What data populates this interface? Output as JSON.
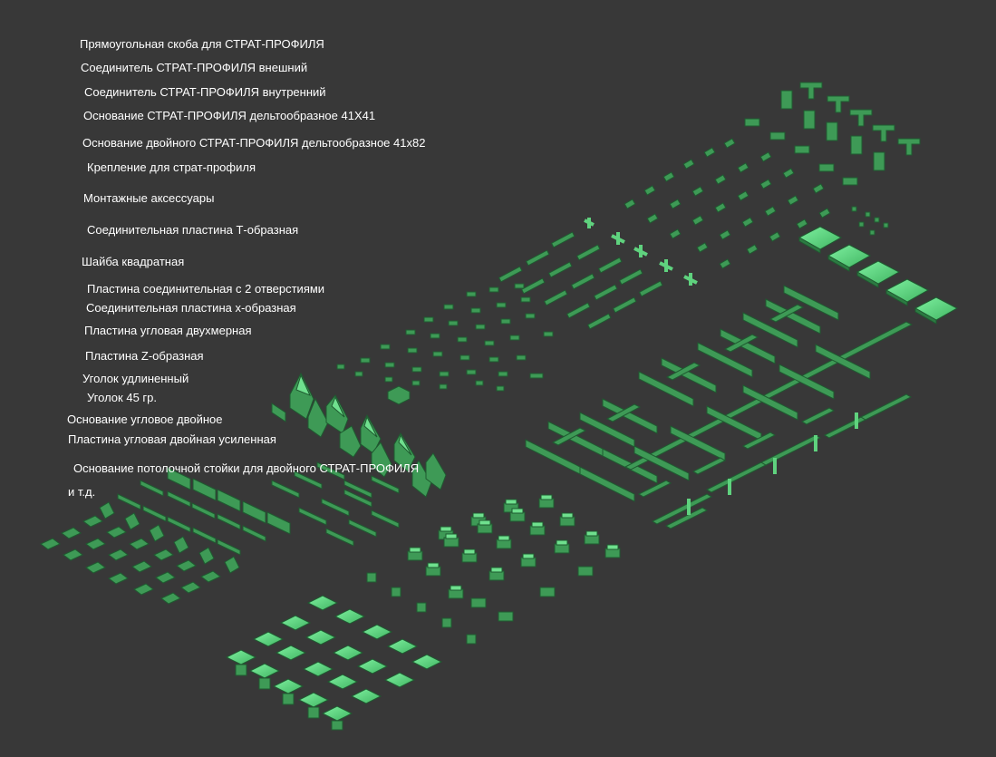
{
  "labels": [
    "Прямоугольная скоба для СТРАТ-ПРОФИЛЯ",
    "Соединитель СТРАТ-ПРОФИЛЯ внешний",
    "Соединитель СТРАТ-ПРОФИЛЯ внутренний",
    "Основание СТРАТ-ПРОФИЛЯ дельтообразное 41Х41",
    "Основание двойного СТРАТ-ПРОФИЛЯ дельтообразное 41х82",
    "Крепление для страт-профиля",
    "Монтажные аксессуары",
    "Соединительная пластина Т-образная",
    "Шайба квадратная",
    "Пластина соединительная с 2 отверстиями",
    "Соединительная пластина х-образная",
    "Пластина угловая двухмерная",
    "Пластина Z-образная",
    "Уголок удлиненный",
    "Уголок 45 гр.",
    "Основание угловое двойное",
    "Пластина угловая двойная усиленная",
    "Основание потолочной стойки для двойного СТРАТ-ПРОФИЛЯ",
    "и т.д."
  ],
  "colors": {
    "background": "#383838",
    "part_fill": "#3e9a56",
    "part_face": "#5fd27e",
    "part_dark": "#1f5a30",
    "text": "#ffffff"
  }
}
